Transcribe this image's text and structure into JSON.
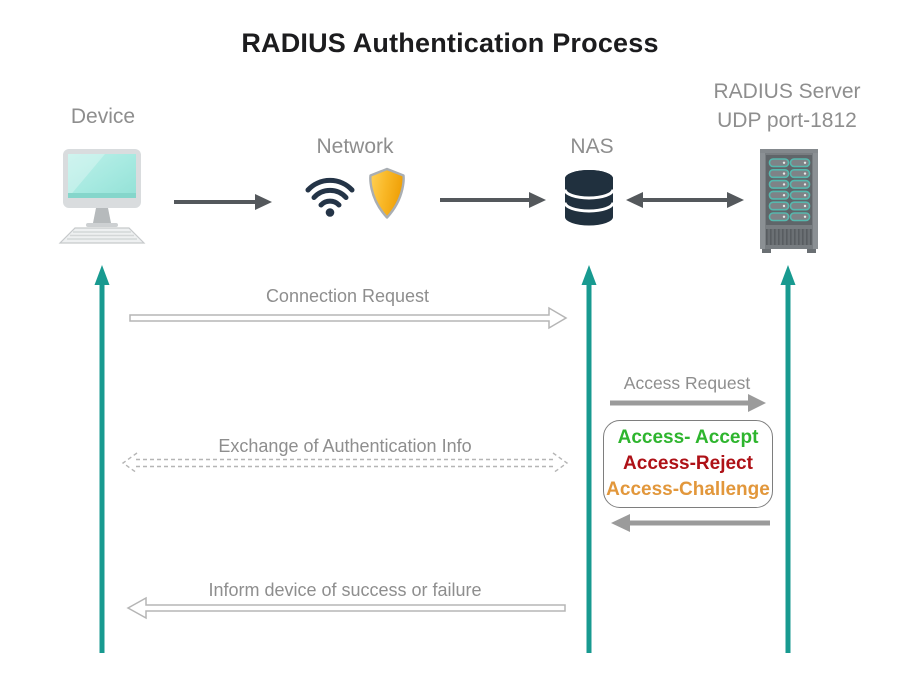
{
  "title": "RADIUS Authentication Process",
  "nodes": {
    "device": {
      "label": "Device",
      "icon": "monitor-keyboard-icon"
    },
    "network": {
      "label": "Network",
      "icons": [
        "wifi-icon",
        "shield-icon"
      ]
    },
    "nas": {
      "label": "NAS",
      "icon": "database-icon"
    },
    "radius": {
      "label_line1": "RADIUS Server",
      "label_line2": "UDP port-1812",
      "icon": "server-rack-icon"
    }
  },
  "messages": {
    "connection_request": "Connection Request",
    "access_request": "Access Request",
    "exchange_auth": "Exchange of Authentication Info",
    "inform_result": "Inform device of success or failure"
  },
  "response_box": {
    "lines": [
      {
        "text": "Access- Accept",
        "color": "#2eb52e"
      },
      {
        "text": "Access-Reject",
        "color": "#ae1117"
      },
      {
        "text": "Access-Challenge",
        "color": "#e2973b"
      }
    ]
  },
  "colors": {
    "title": "#1c1c1e",
    "label": "#8e8e8e",
    "teal": "#189a90",
    "darkarrow": "#54585c",
    "midgray": "#9b9b9b",
    "lightgray": "#b5b5b5",
    "boxborder": "#7e7e7e",
    "screen": "#9fe5db",
    "shield": "#f5ab13",
    "wifi": "#243447",
    "database": "#20303e",
    "server_body": "#787d81",
    "server_slot_border": "#56b8ae"
  }
}
